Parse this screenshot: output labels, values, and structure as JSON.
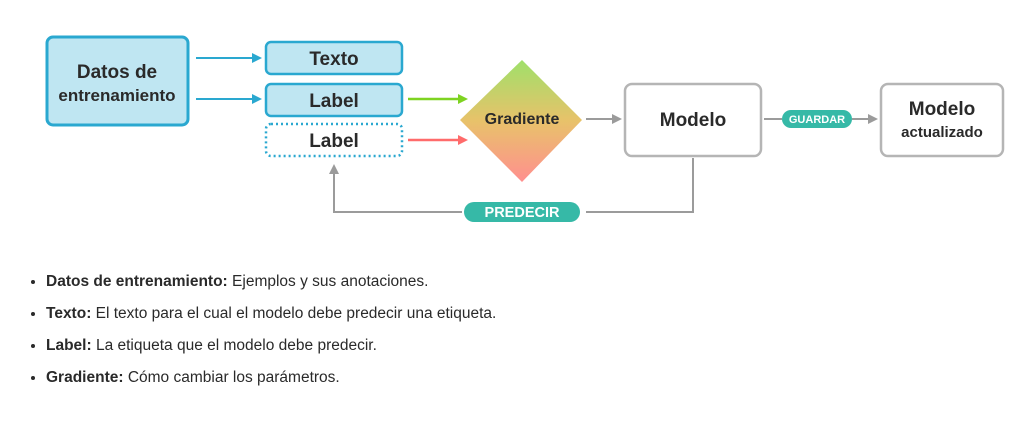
{
  "diagram": {
    "training_data": [
      "Datos de",
      "entrenamiento"
    ],
    "text_node": "Texto",
    "label_node": "Label",
    "predicted_label_node": "Label",
    "gradient_node": "Gradiente",
    "model_node": "Modelo",
    "updated_model": [
      "Modelo",
      "actualizado"
    ],
    "save_badge": "GUARDAR",
    "predict_badge": "PREDECIR"
  },
  "legend": [
    {
      "term": "Datos de entrenamiento:",
      "desc": " Ejemplos y sus anotaciones."
    },
    {
      "term": "Texto:",
      "desc": " El texto para el cual el modelo debe predecir una etiqueta."
    },
    {
      "term": "Label:",
      "desc": " La etiqueta que el modelo debe predecir."
    },
    {
      "term": "Gradiente:",
      "desc": " Cómo cambiar los parámetros."
    }
  ],
  "colors": {
    "blue_fill": "#bfe6f2",
    "blue_stroke": "#2aa8d0",
    "teal": "#36b9a7",
    "green_arrow": "#7ed321",
    "red_arrow": "#ff6b6b",
    "gray": "#9b9b9b"
  }
}
